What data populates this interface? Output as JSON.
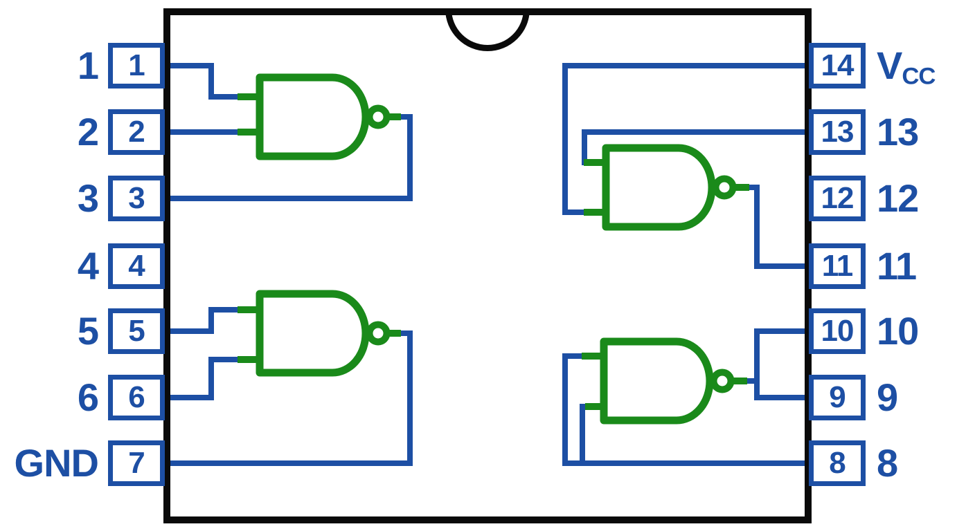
{
  "diagram": {
    "type": "ic-pinout-quad-nand-dip14",
    "colors": {
      "wire_blue": "#1d4fa4",
      "gate_green": "#1a8a1a",
      "body_black": "#0a0a0a",
      "background": "#ffffff"
    },
    "pins": {
      "left": [
        {
          "number": "1",
          "label": "1"
        },
        {
          "number": "2",
          "label": "2"
        },
        {
          "number": "3",
          "label": "3"
        },
        {
          "number": "4",
          "label": "4"
        },
        {
          "number": "5",
          "label": "5"
        },
        {
          "number": "6",
          "label": "6"
        },
        {
          "number": "7",
          "label": "GND"
        }
      ],
      "right": [
        {
          "number": "14",
          "label_main": "V",
          "label_sub": "CC"
        },
        {
          "number": "13",
          "label": "13"
        },
        {
          "number": "12",
          "label": "12"
        },
        {
          "number": "11",
          "label": "11"
        },
        {
          "number": "10",
          "label": "10"
        },
        {
          "number": "9",
          "label": "9"
        },
        {
          "number": "8",
          "label": "8"
        }
      ]
    },
    "gates_as_drawn": [
      {
        "name": "nand-gate-top-left",
        "inputs": [
          "1",
          "2"
        ],
        "output_to": [
          "3"
        ]
      },
      {
        "name": "nand-gate-bottom-left",
        "inputs": [
          "5",
          "6"
        ],
        "output_to": [
          "7"
        ]
      },
      {
        "name": "nand-gate-top-right",
        "inputs": [
          "14",
          "13"
        ],
        "output_to": [
          "11"
        ]
      },
      {
        "name": "nand-gate-bottom-right",
        "inputs": [
          "8",
          "8"
        ],
        "output_to": [
          "10",
          "9"
        ]
      }
    ]
  }
}
